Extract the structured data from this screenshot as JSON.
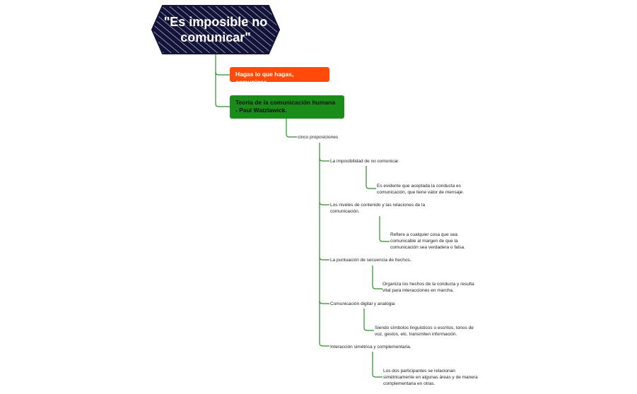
{
  "root": {
    "title": "\"Es imposible no comunicar\""
  },
  "branch_orange": {
    "label": "Hagas lo que hagas, comunicas"
  },
  "branch_green": {
    "label": "Teoría de la comunicación humana - Paul Watzlawick."
  },
  "sub_topic": {
    "label": "cinco proposiciones"
  },
  "propositions": [
    {
      "title": "La imposibilidad de no comunicar.",
      "detail": "Es evidente que aceptada la conducta es comunicación, que tiene valor de mensaje."
    },
    {
      "title": "Los niveles de contenido y las relaciones de la comunicación.",
      "detail": "Refiere a cualquier cosa que sea comunicable al margen de que la comunicación sea verdadera o falsa."
    },
    {
      "title": "La puntuación de secuencia de hechos.",
      "detail": "Organiza los hechos de la conducta y resulta vital para interacciones en marcha."
    },
    {
      "title": "Comunicación digital y analógia",
      "detail": "Siendo símbolos linguisticos o escritos, tonos de voz, gestos, etc. transmiten información."
    },
    {
      "title": "Interacción simétrica y complementaria.",
      "detail": "Los dos participantes se relacionan simétricamente en algunas áreas y de manera complementaria en otras."
    }
  ],
  "colors": {
    "root_fill": "#13133a",
    "root_hatch": "#ffffff",
    "orange": "#ff4a0b",
    "green": "#1a8c1a",
    "connector": "#2e8b2e"
  }
}
